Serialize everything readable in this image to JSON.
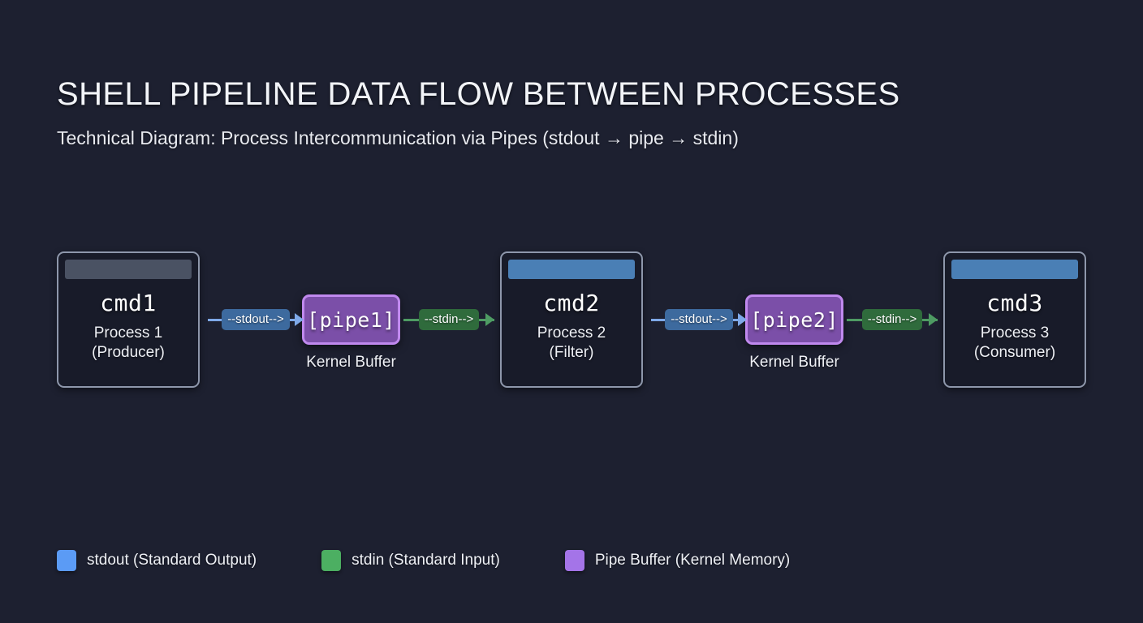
{
  "header": {
    "title": "SHELL PIPELINE DATA FLOW BETWEEN PROCESSES",
    "subtitle": "Technical Diagram: Process Intercommunication via Pipes (stdout → pipe → stdin)"
  },
  "colors": {
    "background": "#1d2030",
    "stdout_blue": "#5b9bf5",
    "stdin_green": "#4caf62",
    "pipe_purple": "#a474e8",
    "connector_blue_line": "#7fa9e8",
    "connector_green_line": "#4e9b63",
    "badge_blue": "#3d6a9e",
    "badge_green": "#2f6b3c",
    "header_grey": "#4a5263",
    "header_blue": "#4a7fb5",
    "box_border": "#8e97ab",
    "box_fill": "#181b29",
    "pipe_fill": "#7b4fa8",
    "pipe_border": "#c089ee"
  },
  "pipeline": {
    "processes": [
      {
        "cmd": "cmd1",
        "line1": "Process 1",
        "line2": "(Producer)",
        "header_color": "#4a5263"
      },
      {
        "cmd": "cmd2",
        "line1": "Process 2",
        "line2": "(Filter)",
        "header_color": "#4a7fb5"
      },
      {
        "cmd": "cmd3",
        "line1": "Process 3",
        "line2": "(Consumer)",
        "header_color": "#4a7fb5"
      }
    ],
    "pipes": [
      {
        "label": "[pipe1]",
        "caption": "Kernel Buffer"
      },
      {
        "label": "[pipe2]",
        "caption": "Kernel Buffer"
      }
    ],
    "connectors": [
      {
        "label": "--stdout-->",
        "kind": "stdout"
      },
      {
        "label": "--stdin-->",
        "kind": "stdin"
      },
      {
        "label": "--stdout-->",
        "kind": "stdout"
      },
      {
        "label": "--stdin-->",
        "kind": "stdin"
      }
    ]
  },
  "legend": {
    "items": [
      {
        "label": "stdout (Standard Output)",
        "color": "#5b9bf5"
      },
      {
        "label": "stdin (Standard Input)",
        "color": "#4caf62"
      },
      {
        "label": "Pipe Buffer (Kernel Memory)",
        "color": "#a474e8"
      }
    ]
  }
}
